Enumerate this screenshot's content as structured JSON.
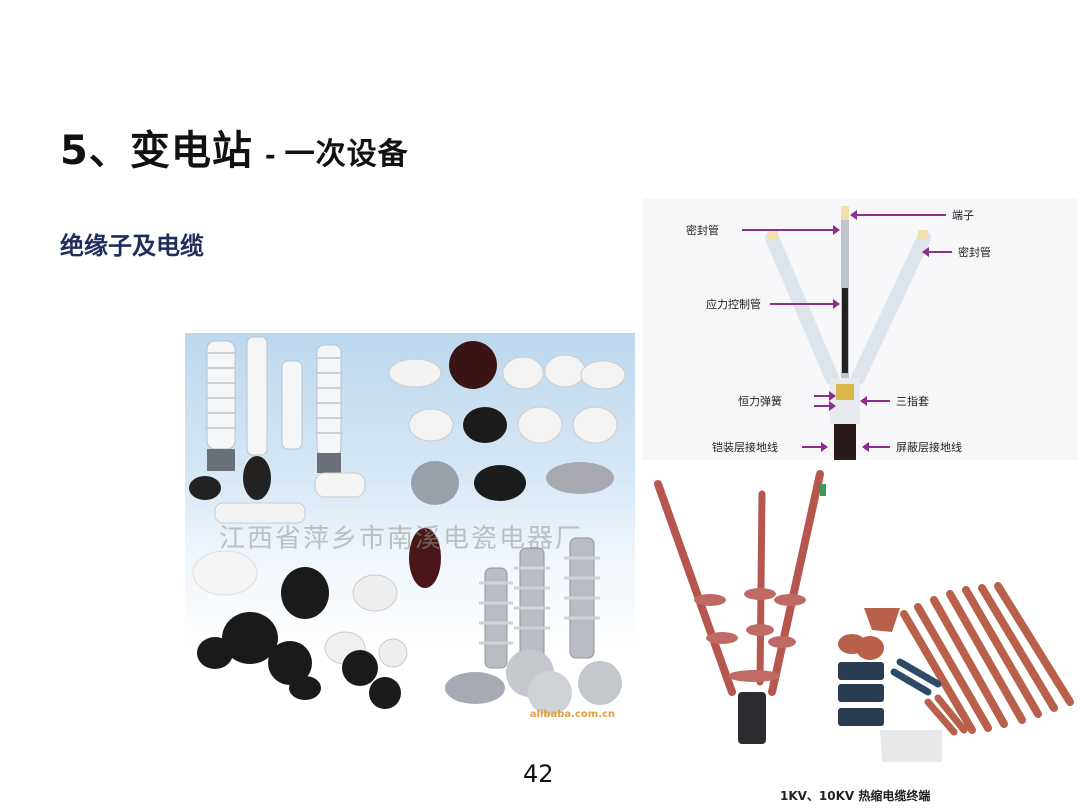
{
  "slide": {
    "title_main": "5、变电站",
    "title_sep": "-",
    "title_sub": "一次设备",
    "subtitle": "绝缘子及电缆",
    "page_number": "42"
  },
  "insulator_photo": {
    "watermark": "江西省萍乡市南溪电瓷电器厂",
    "credit": "alibaba.com.cn"
  },
  "cable_diagram": {
    "labels": {
      "terminal": "端子",
      "seal_tube_left": "密封管",
      "seal_tube_right": "密封管",
      "stress_control_tube": "应力控制管",
      "constant_force_spring": "恒力弹簧",
      "three_finger_sleeve": "三指套",
      "armor_ground_wire": "铠装层接地线",
      "shield_ground_wire": "屏蔽层接地线"
    }
  },
  "heatshrink_photo": {
    "caption": "1KV、10KV 热缩电缆终端"
  },
  "colors": {
    "subtitle": "#1f2d5c",
    "arrow": "#8a2f8a",
    "cable_red": "#b5574f"
  }
}
